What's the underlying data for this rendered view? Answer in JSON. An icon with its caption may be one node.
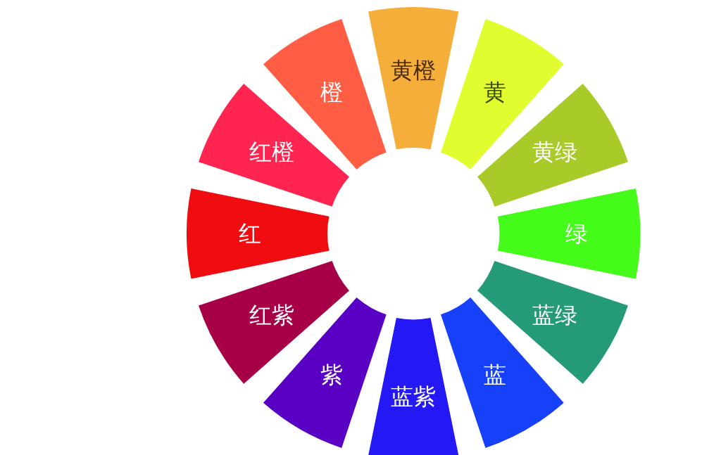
{
  "diagram": {
    "nodes": [
      {
        "text": [
          "黄橙"
        ]
      },
      {
        "text": [
          "黄"
        ]
      },
      {
        "text": [
          "黄绿"
        ]
      },
      {
        "text": [
          "绿"
        ]
      },
      {
        "text": [
          "蓝绿"
        ]
      },
      {
        "text": [
          "蓝"
        ]
      },
      {
        "text": [
          "蓝紫"
        ]
      },
      {
        "text": [
          "紫"
        ]
      },
      {
        "text": [
          "红紫"
        ]
      },
      {
        "text": [
          "红"
        ]
      },
      {
        "text": [
          "红橙"
        ]
      },
      {
        "text": [
          "橙"
        ]
      }
    ]
  }
}
